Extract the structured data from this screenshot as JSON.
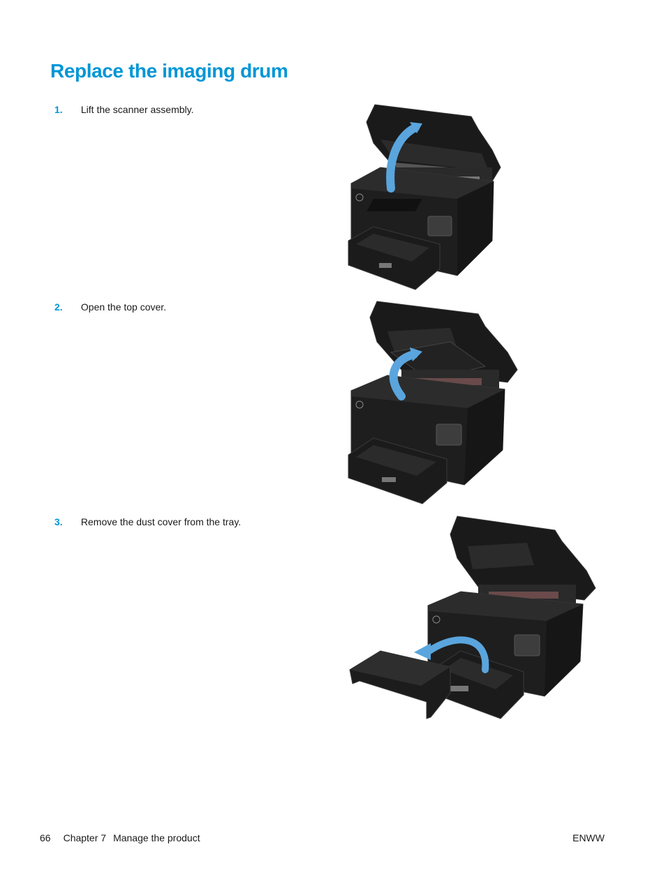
{
  "title": "Replace the imaging drum",
  "steps": [
    {
      "number": "1.",
      "text": "Lift the scanner assembly."
    },
    {
      "number": "2.",
      "text": "Open the top cover."
    },
    {
      "number": "3.",
      "text": "Remove the dust cover from the tray."
    }
  ],
  "footer": {
    "page_number": "66",
    "chapter": "Chapter 7",
    "chapter_title": "Manage the product",
    "code": "ENWW"
  },
  "colors": {
    "accent": "#0096d6",
    "arrow": "#5aa5dd",
    "printer_body": "#1e1e1e"
  }
}
